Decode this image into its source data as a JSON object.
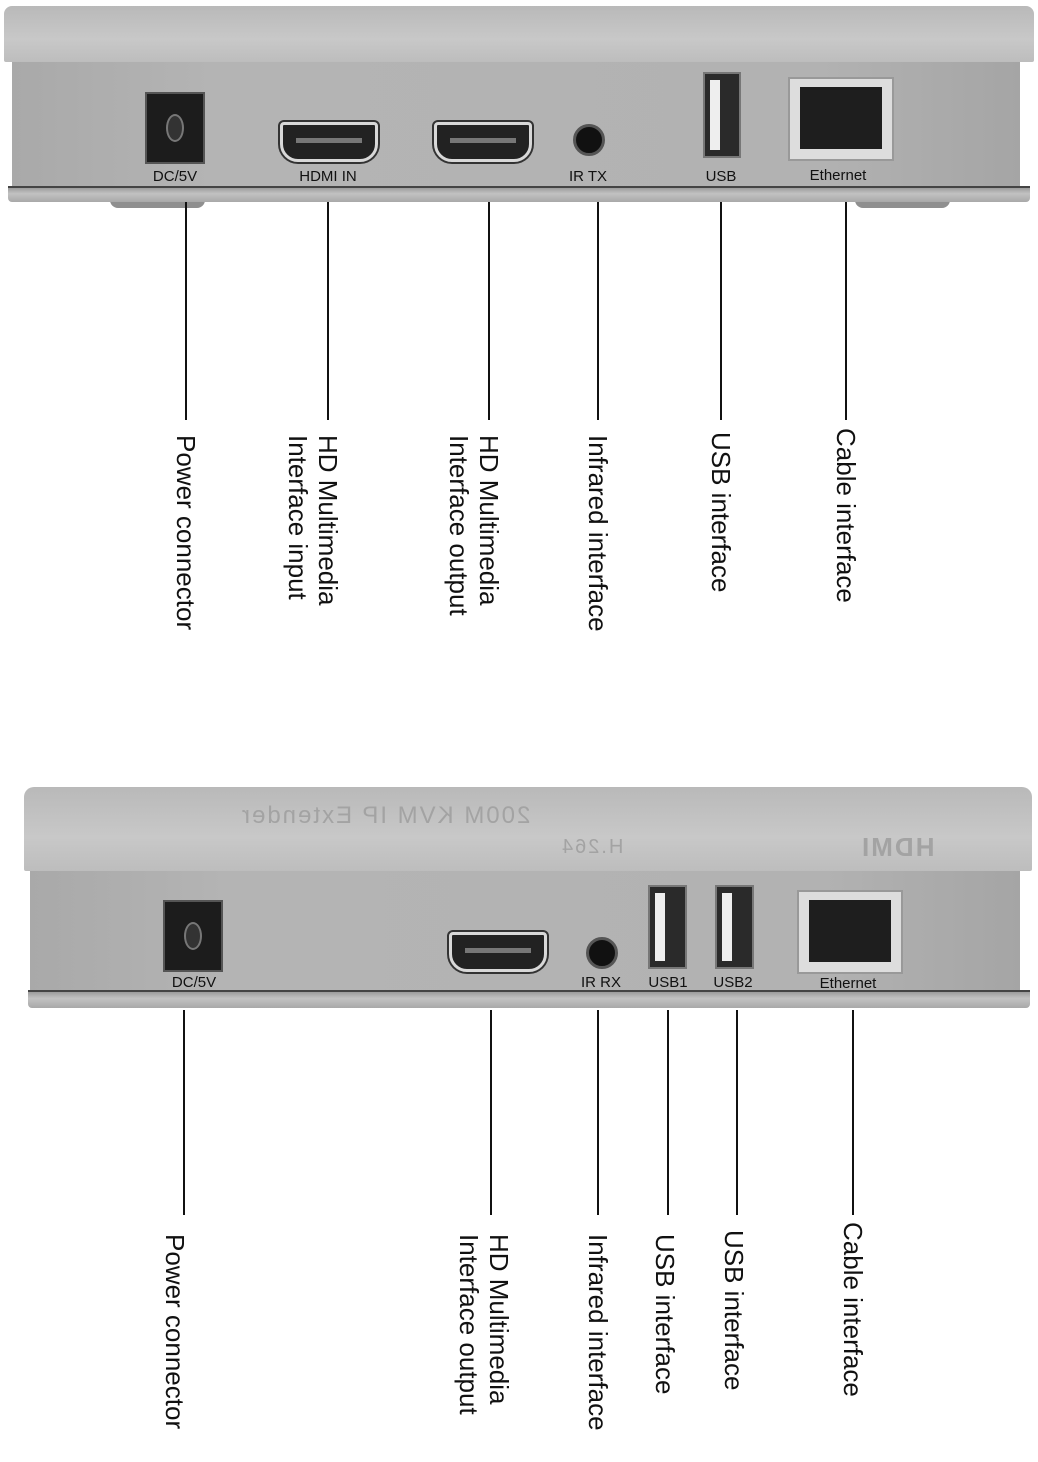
{
  "transmitter": {
    "ports": [
      "DC/5V",
      "HDMI IN",
      "IR TX",
      "USB",
      "Ethernet"
    ],
    "callouts": [
      {
        "lines": [
          "Power connector"
        ]
      },
      {
        "lines": [
          "HD Multimedia",
          "Interface input"
        ]
      },
      {
        "lines": [
          "HD Multimedia",
          "Interface output"
        ]
      },
      {
        "lines": [
          "Infrared interface"
        ]
      },
      {
        "lines": [
          "USB interface"
        ]
      },
      {
        "lines": [
          "Cable interface"
        ]
      }
    ]
  },
  "receiver": {
    "top_print": {
      "model": "200M KVM IP Extender",
      "codec": "H.264",
      "logo": "HDMI"
    },
    "ports": [
      "DC/5V",
      "IR RX",
      "USB1",
      "USB2",
      "Ethernet"
    ],
    "callouts": [
      {
        "lines": [
          "Power connector"
        ]
      },
      {
        "lines": [
          "HD Multimedia",
          "Interface output"
        ]
      },
      {
        "lines": [
          "Infrared interface"
        ]
      },
      {
        "lines": [
          "USB interface"
        ]
      },
      {
        "lines": [
          "USB interface"
        ]
      },
      {
        "lines": [
          "Cable interface"
        ]
      }
    ]
  }
}
